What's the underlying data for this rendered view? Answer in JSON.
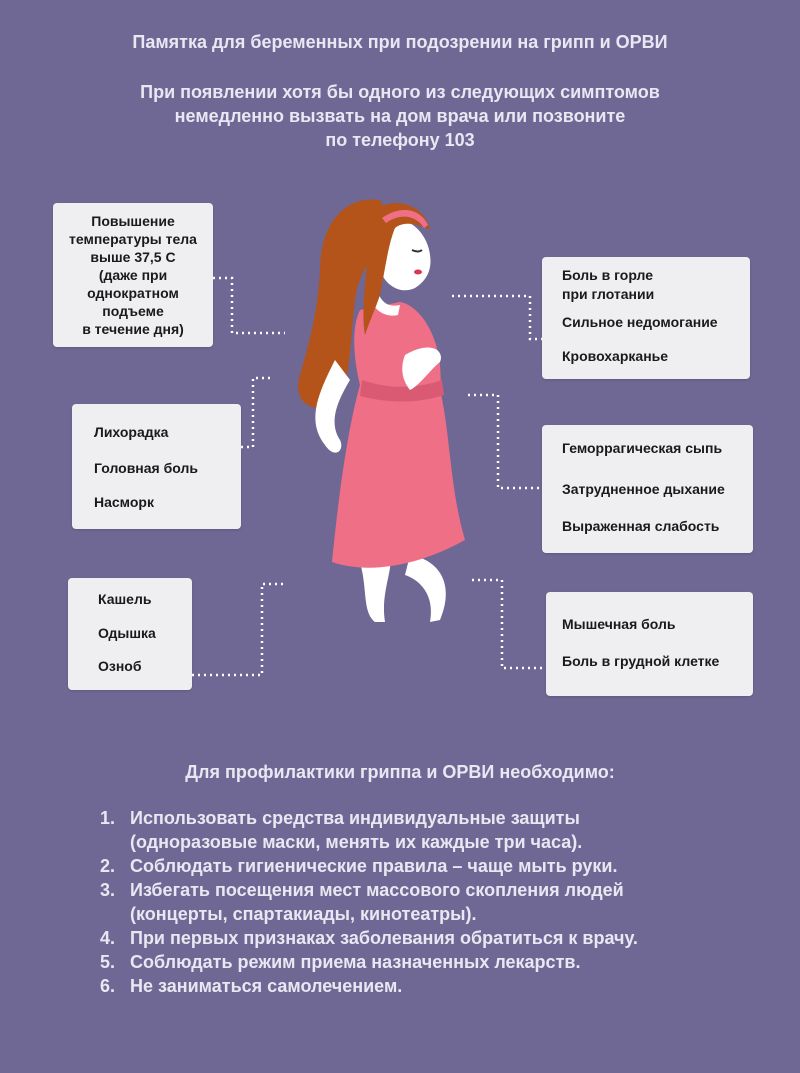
{
  "header": {
    "title": "Памятка для беременных при подозрении на грипп и ОРВИ",
    "subtitle_lines": [
      "При появлении хотя бы одного из следующих симптомов",
      "немедленно вызвать на дом врача или позвоните",
      "по телефону 103"
    ]
  },
  "cards": {
    "temperature": [
      "Повышение",
      "температуры тела",
      "выше 37,5 С",
      "(даже при",
      "однократном",
      "подъеме",
      "в течение дня)"
    ],
    "fever": [
      "Лихорадка",
      "Головная боль",
      "Насморк"
    ],
    "cough": [
      "Кашель",
      "Одышка",
      "Озноб"
    ],
    "throat": [
      "Боль в горле",
      "при глотании",
      "Сильное недомогание",
      "Кровохарканье"
    ],
    "rash": [
      "Геморрагическая сыпь",
      "Затрудненное дыхание",
      "Выраженная слабость"
    ],
    "muscle": [
      "Мышечная боль",
      "Боль в грудной клетке"
    ]
  },
  "prevention": {
    "title": "Для профилактики гриппа и ОРВИ необходимо:",
    "items": [
      {
        "num": "1.",
        "lines": [
          "Использовать средства индивидуальные защиты",
          "(одноразовые маски, менять их каждые три часа)."
        ]
      },
      {
        "num": "2.",
        "lines": [
          "Соблюдать гигиенические правила – чаще мыть руки."
        ]
      },
      {
        "num": "3.",
        "lines": [
          "Избегать посещения мест массового скопления людей",
          "(концерты, спартакиады, кинотеатры)."
        ]
      },
      {
        "num": "4.",
        "lines": [
          "При первых признаках заболевания обратиться к врачу."
        ]
      },
      {
        "num": "5.",
        "lines": [
          "Соблюдать режим приема назначенных лекарств."
        ]
      },
      {
        "num": "6.",
        "lines": [
          "Не заниматься самолечением."
        ]
      }
    ]
  },
  "colors": {
    "background": "#6f6895",
    "card": "#efeff1",
    "dress": "#ef6f86",
    "hair": "#b4541a",
    "skin": "#ffffff"
  }
}
